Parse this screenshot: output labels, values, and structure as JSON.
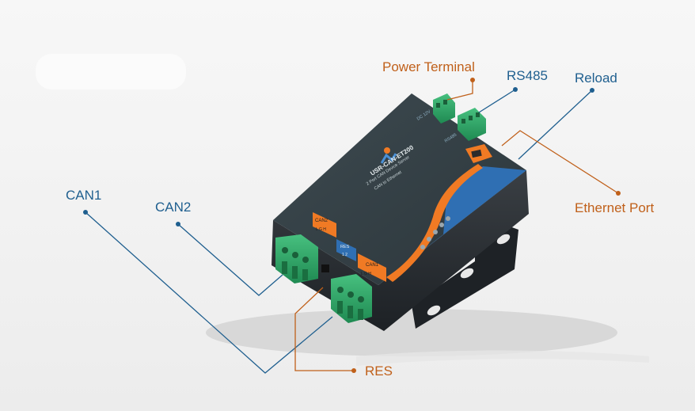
{
  "labels": {
    "power_terminal": "Power Terminal",
    "rs485": "RS485",
    "reload": "Reload",
    "can1": "CAN1",
    "can2": "CAN2",
    "ethernet_port": "Ethernet Port",
    "res": "RES"
  },
  "device": {
    "model": "USR-CAN-ET200",
    "line1": "2 Port CAN Device Server",
    "line2": "CAN to Ethernet",
    "can2_tag": "CAN2",
    "can1_tag": "CAN1",
    "res_tag": "RES",
    "pin_lgh_a": "L G H",
    "pin_lgh_b": "L G H",
    "pin_res": "1 2",
    "top_left_print": "DC 12V",
    "top_right_print": "RS485"
  },
  "colors": {
    "callout_blue": "#1f5f8f",
    "callout_orange": "#c0601a",
    "device_body": "#2e3338",
    "device_panel": "#3b4a50",
    "accent_orange": "#f07a24",
    "accent_blue": "#2f6fb3",
    "terminal_green": "#2fa866"
  }
}
